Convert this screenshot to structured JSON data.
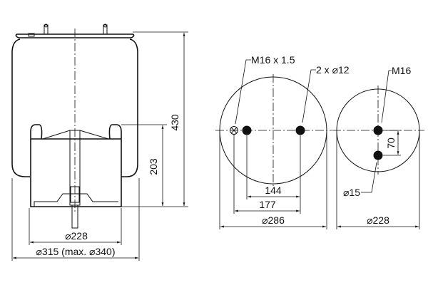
{
  "side_view": {
    "height_total": "430",
    "piston_height": "203",
    "piston_diameter": "⌀228",
    "bellows_diameter": "⌀315 (max. ⌀340)"
  },
  "top_plate_view": {
    "air_inlet_thread": "M16 x 1.5",
    "mounting_holes": "2 x ⌀12",
    "hole_spacing_inner": "144",
    "hole_spacing_outer": "177",
    "plate_diameter": "⌀286"
  },
  "bottom_piston_view": {
    "thread": "M16",
    "hole_offset": "70",
    "hole_diameter": "⌀15",
    "piston_diameter": "⌀228"
  }
}
